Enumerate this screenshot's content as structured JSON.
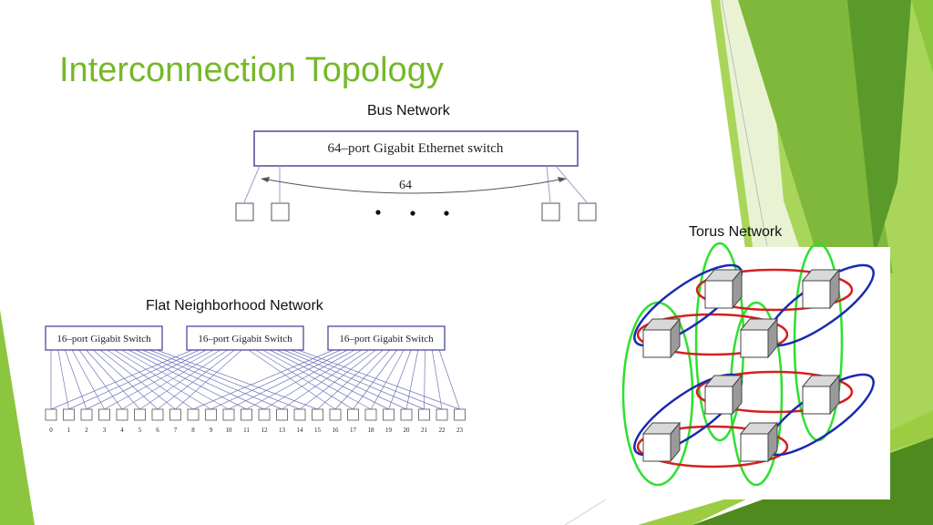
{
  "slide": {
    "title": "Interconnection Topology"
  },
  "bus": {
    "caption": "Bus Network",
    "switch_label": "64–port Gigabit Ethernet switch",
    "count_label": "64"
  },
  "torus": {
    "caption": "Torus Network"
  },
  "flat": {
    "caption": "Flat Neighborhood Network",
    "switches": [
      "16–port Gigabit Switch",
      "16–port Gigabit Switch",
      "16–port Gigabit Switch"
    ],
    "node_labels": [
      "0",
      "1",
      "2",
      "3",
      "4",
      "5",
      "6",
      "7",
      "8",
      "9",
      "10",
      "11",
      "12",
      "13",
      "14",
      "15",
      "16",
      "17",
      "18",
      "19",
      "20",
      "21",
      "22",
      "23"
    ]
  },
  "colors": {
    "title": "#76b82a",
    "accent_dark": "#4f8a1e",
    "accent_light": "#9ccc42",
    "diagram_line": "#3b3b9a",
    "torus_red": "#d42020",
    "torus_green": "#2ee02e",
    "torus_blue": "#1a2ab0"
  }
}
